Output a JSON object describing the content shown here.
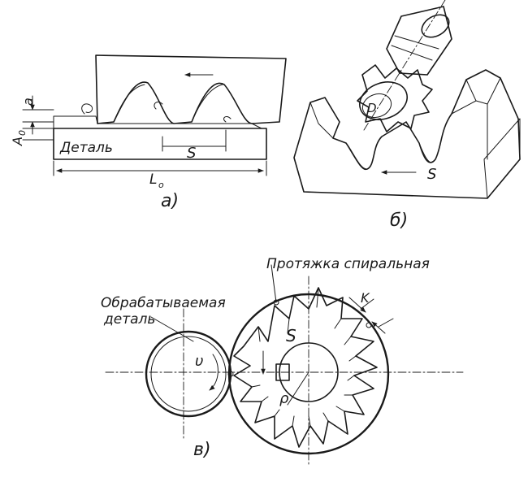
{
  "figure_a": {
    "label_a": "a",
    "label_A0": "A",
    "label_A0_sub": "0",
    "label_part": "Деталь",
    "label_S": "S",
    "label_L0": "L",
    "label_L0_sub": "o",
    "caption": "а)"
  },
  "figure_b": {
    "label_D": "D",
    "label_S": "S",
    "caption": "б)"
  },
  "figure_c": {
    "label_broach": "Протяжка спиральная",
    "label_workpiece_line1": "Обрабатываемая",
    "label_workpiece_line2": "деталь",
    "label_S": "S",
    "label_K": "K",
    "label_v": "υ",
    "label_rho": "ρ",
    "caption": "в)"
  },
  "colors": {
    "ink": "#1a1a1a",
    "background": "#ffffff"
  }
}
